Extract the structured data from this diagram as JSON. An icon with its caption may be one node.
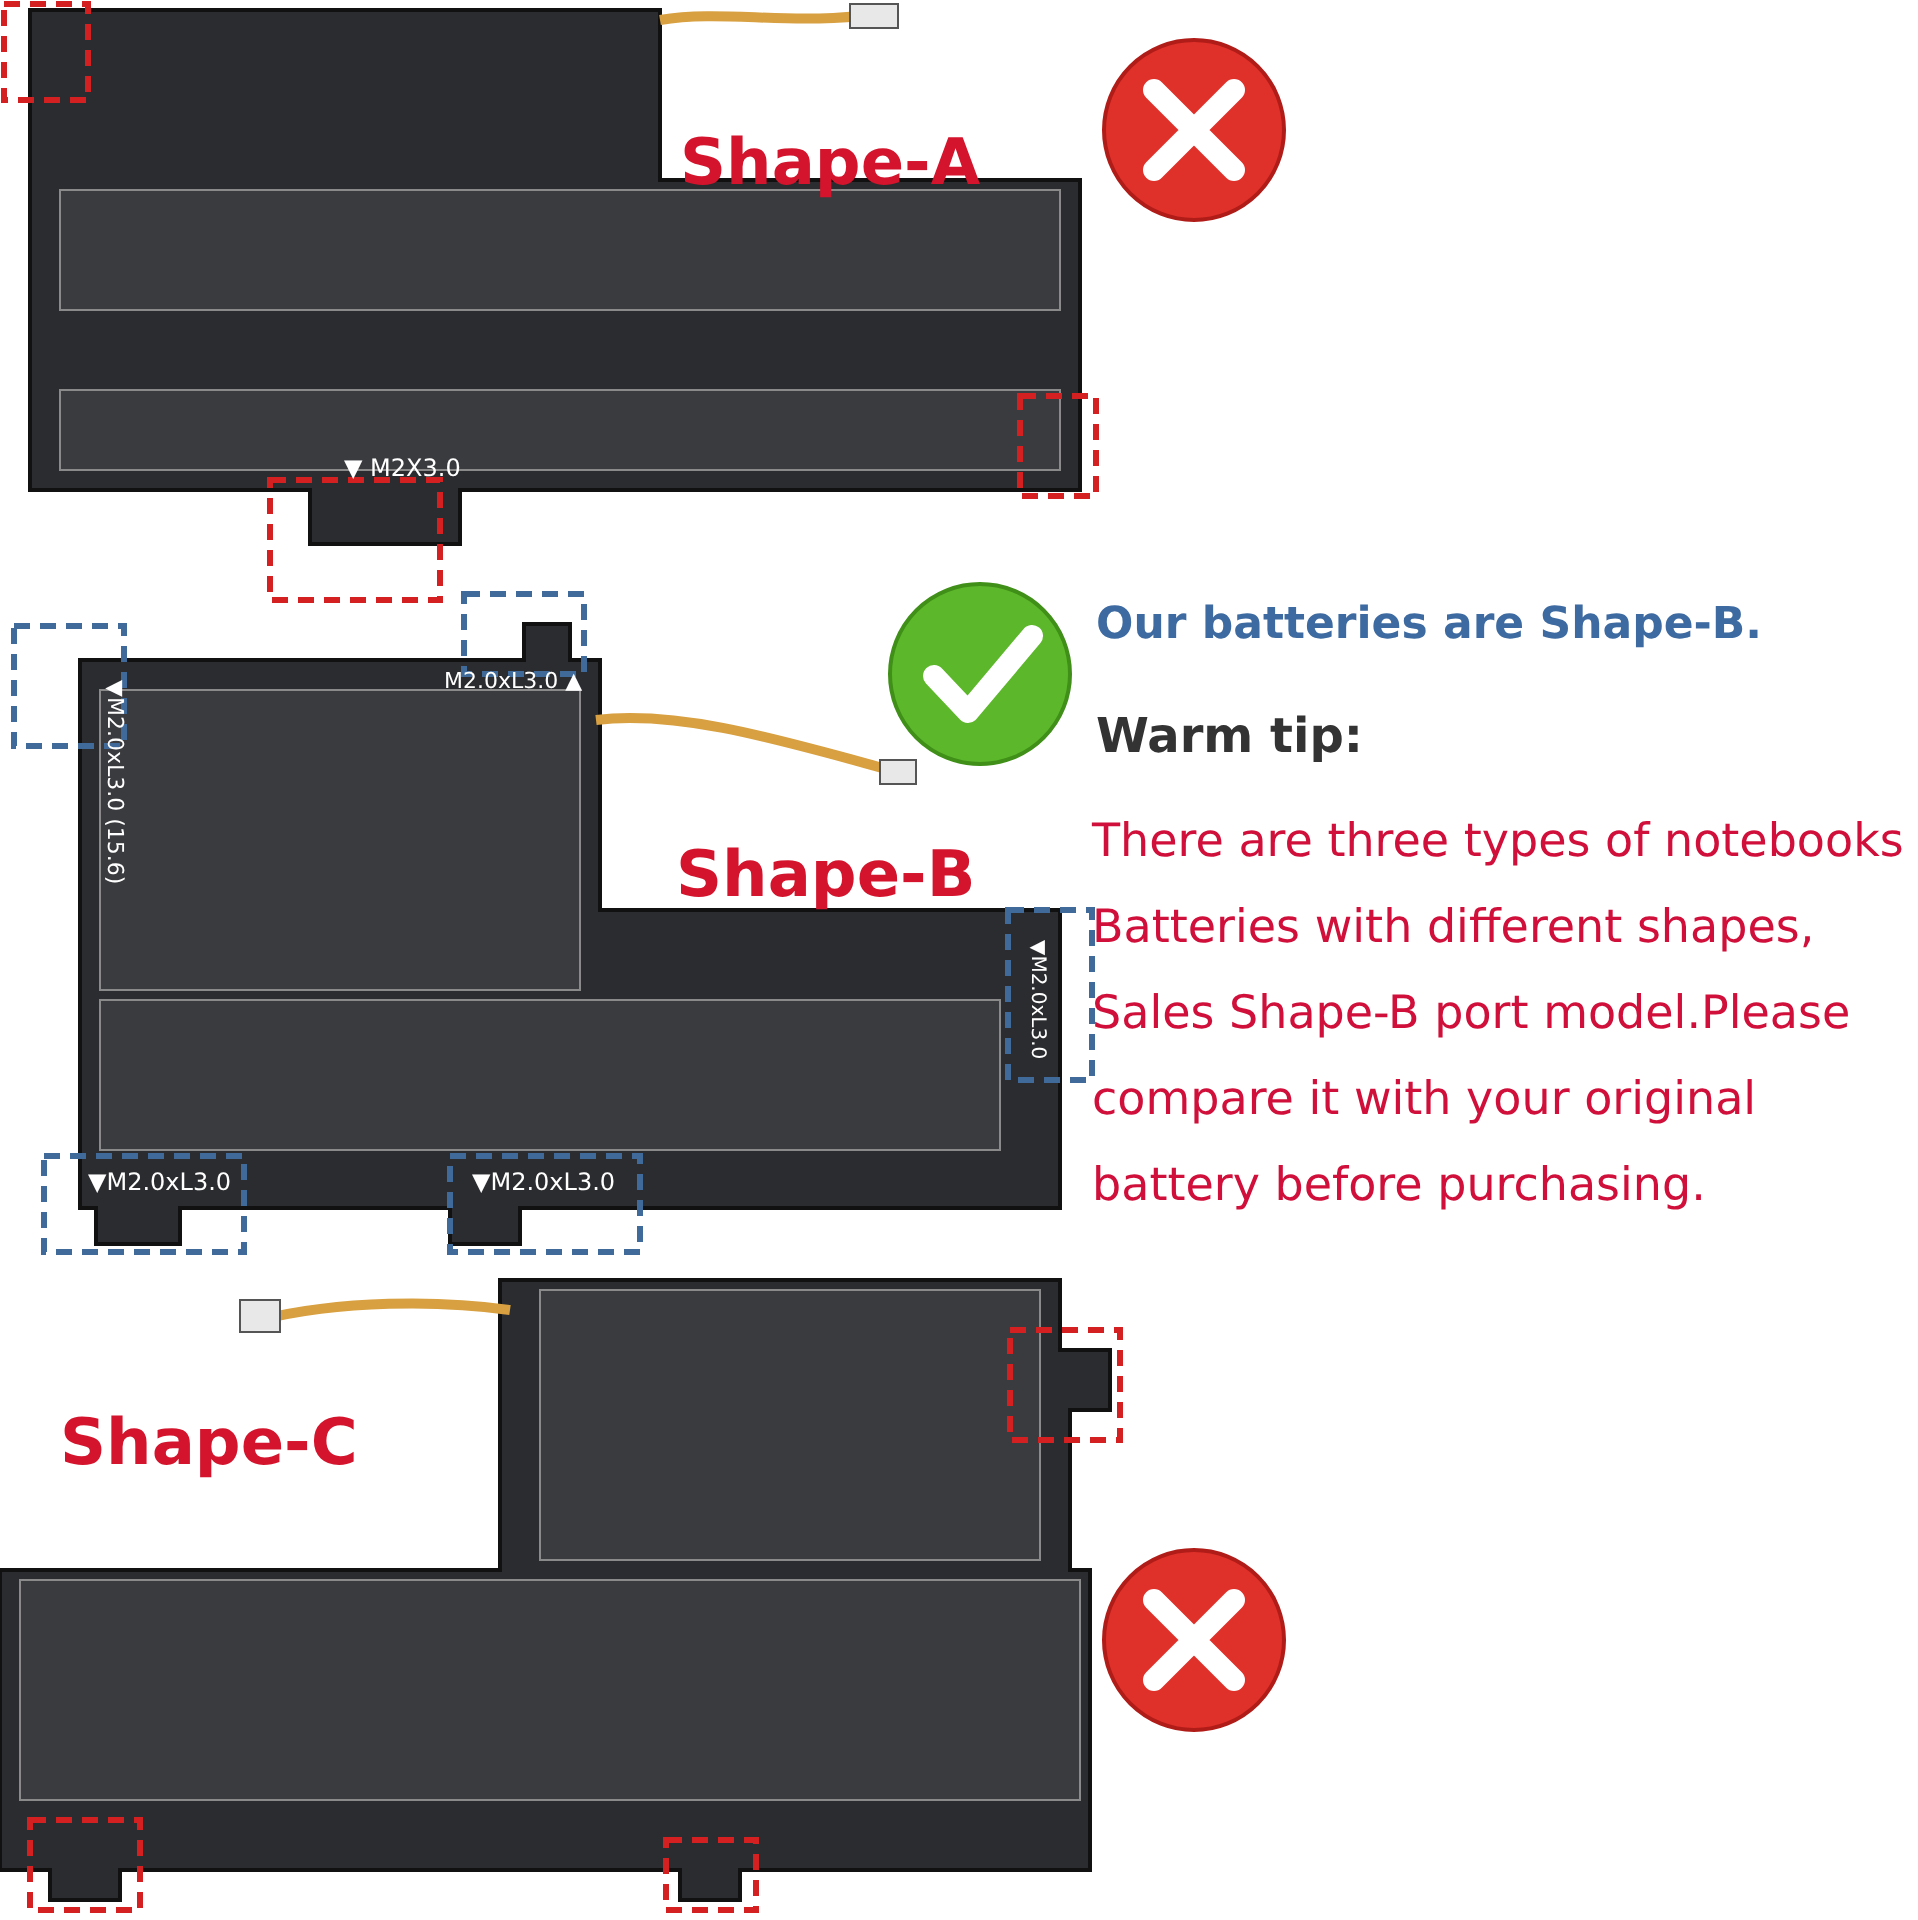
{
  "diagram": {
    "labels": [
      "Shape-A",
      "▼ M2X3.0",
      "M2.0xL3.0 ▲",
      "▼M2.0xL3.0 (15.6)",
      "Our batteries are Shape-B.",
      "Warm tip:",
      "Shape-B",
      "There are three types of notebooks Batteries with different shapes, Sales Shape-B port model.Please compare it with your original battery before purchasing.",
      "▼M2.0xL3.0",
      "▼M2.0xL3.0",
      "▼M2.0xL3.0",
      "Shape-C"
    ]
  }
}
